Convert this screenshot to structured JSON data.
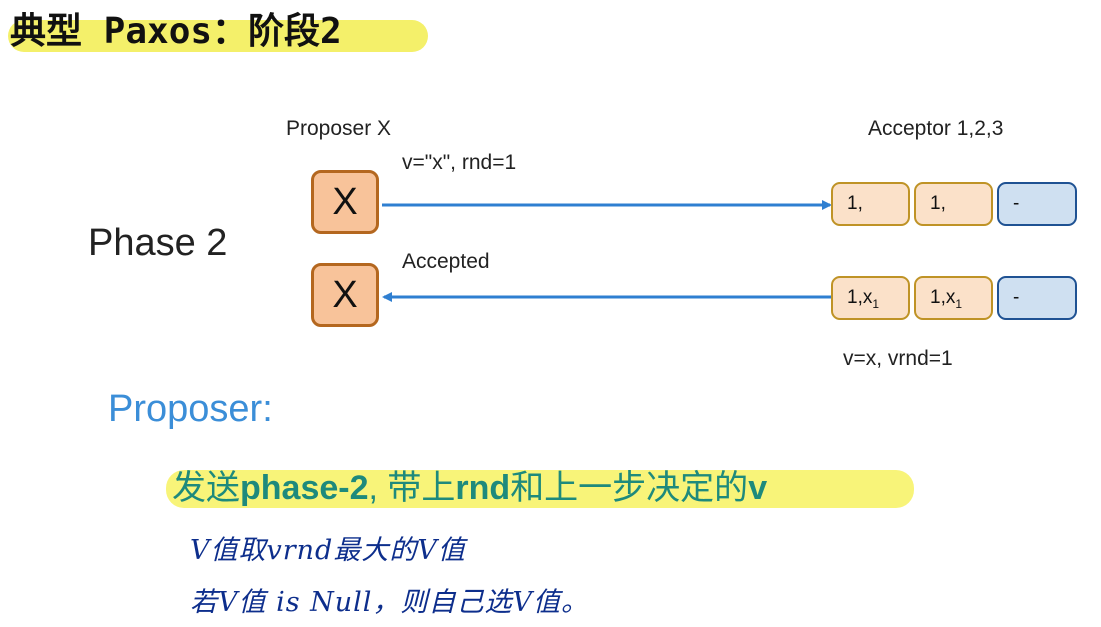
{
  "title": "典型 Paxos：阶段2",
  "phase_label": "Phase 2",
  "proposer_label": "Proposer X",
  "acceptor_label": "Acceptor 1,2,3",
  "request_msg": "v=\"x\", rnd=1",
  "response_msg": "Accepted",
  "accepted_value": "v=x, vrnd=1",
  "node_x": "X",
  "row1_cells": [
    "1,",
    "1,",
    "-"
  ],
  "row2_cells": [
    {
      "base": "1,x",
      "sub": "1"
    },
    {
      "base": "1,x",
      "sub": "1"
    },
    {
      "base": "-",
      "sub": ""
    }
  ],
  "proposer_heading": "Proposer:",
  "step": {
    "part1": "发送",
    "part2": "phase-2",
    "part3": ", 带上",
    "part4": "rnd",
    "part5": "和上一步决定的",
    "part6": "v"
  },
  "handwritten": [
    "V值取vrnd最大的V值",
    "若V值 is Null，则自己选V值。"
  ],
  "colors": {
    "arrow": "#2f7fd1",
    "node_fill": "#f8c39a",
    "highlight": "#f4f06a",
    "heading_blue": "#3b8ed8",
    "step_teal": "#1e8a7c",
    "ink": "#0d2e8c"
  }
}
